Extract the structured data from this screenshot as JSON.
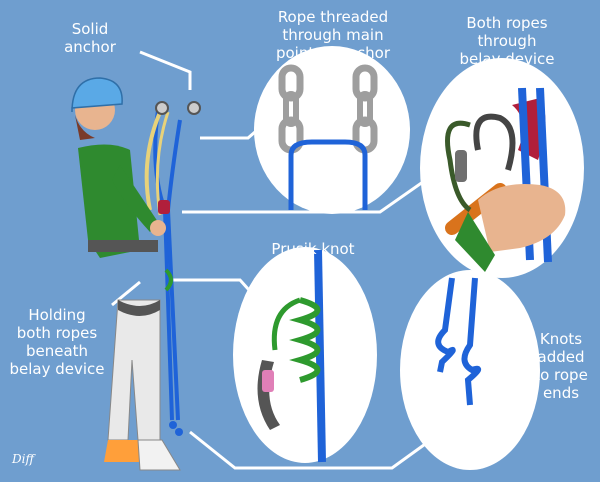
{
  "labels": {
    "solid_anchor": "Solid\nanchor",
    "rope_threaded": "Rope threaded\nthrough main\npoint of anchor",
    "both_ropes": "Both ropes\nthrough\nbelay device",
    "prusik": "Prusik knot",
    "holding": "Holding\nboth ropes\nbeneath\nbelay device",
    "knots_added": "Knots\nadded\nto rope\nends"
  },
  "logo_text": "Diff",
  "colors": {
    "background": "#6f9ecf",
    "rope_blue": "#1f63d8",
    "prusik_green": "#2e9a2e",
    "shirt_green": "#2f8a2f",
    "helmet": "#5aa9e6",
    "belay_device": "#b11f3b",
    "pants": "#e9e9e9",
    "skin": "#e8b48f",
    "chain_gray": "#b9b9b9",
    "carabiner_orange": "#d9731c",
    "pointer_lines": "#ffffff"
  }
}
